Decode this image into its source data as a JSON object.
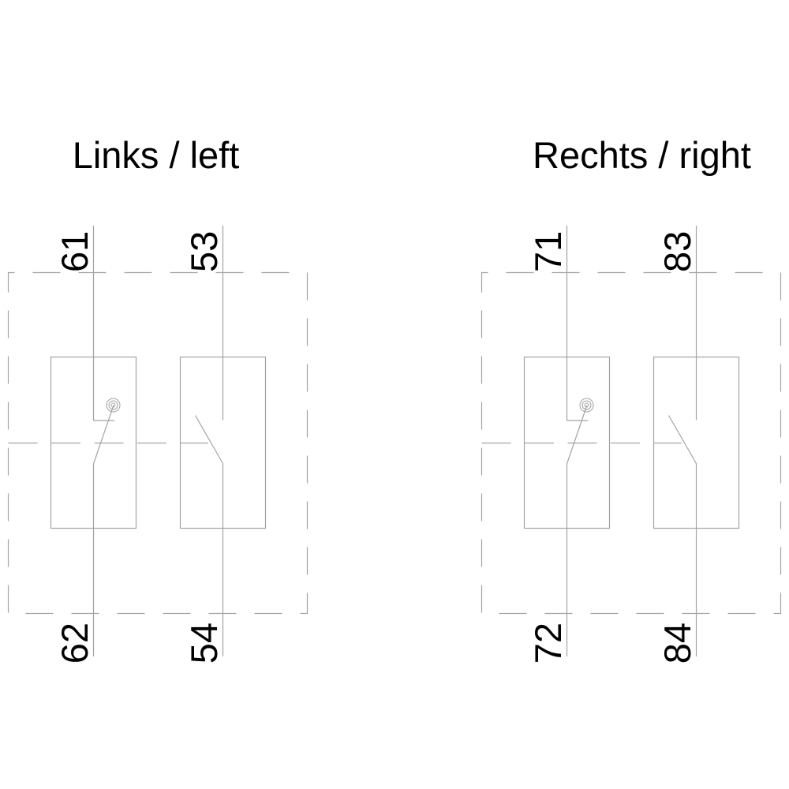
{
  "figure": {
    "background": "#ffffff",
    "line_color": "#a3a3a3",
    "text_color": "#000000"
  },
  "diagrams": [
    {
      "id": "left",
      "title": "Links / left",
      "contacts": [
        {
          "type": "nc-contact",
          "top_terminal": "61",
          "bottom_terminal": "62"
        },
        {
          "type": "no-contact",
          "top_terminal": "53",
          "bottom_terminal": "54"
        }
      ]
    },
    {
      "id": "right",
      "title": "Rechts / right",
      "contacts": [
        {
          "type": "nc-contact",
          "top_terminal": "71",
          "bottom_terminal": "72"
        },
        {
          "type": "no-contact",
          "top_terminal": "83",
          "bottom_terminal": "84"
        }
      ]
    }
  ]
}
